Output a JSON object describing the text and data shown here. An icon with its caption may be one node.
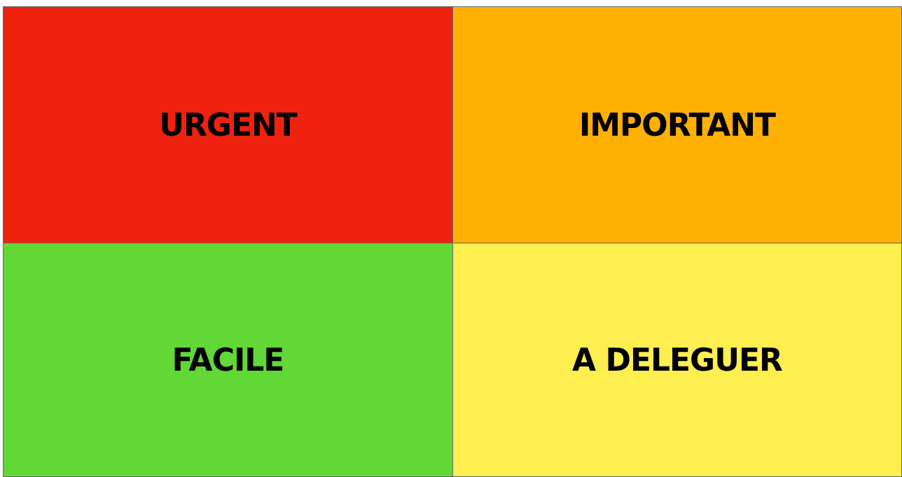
{
  "diagram": {
    "nodes": [
      {
        "text": [
          "URGENT"
        ]
      },
      {
        "text": [
          "IMPORTANT"
        ]
      },
      {
        "text": [
          "FACILE"
        ]
      },
      {
        "text": [
          "A DELEGUER"
        ]
      }
    ]
  }
}
